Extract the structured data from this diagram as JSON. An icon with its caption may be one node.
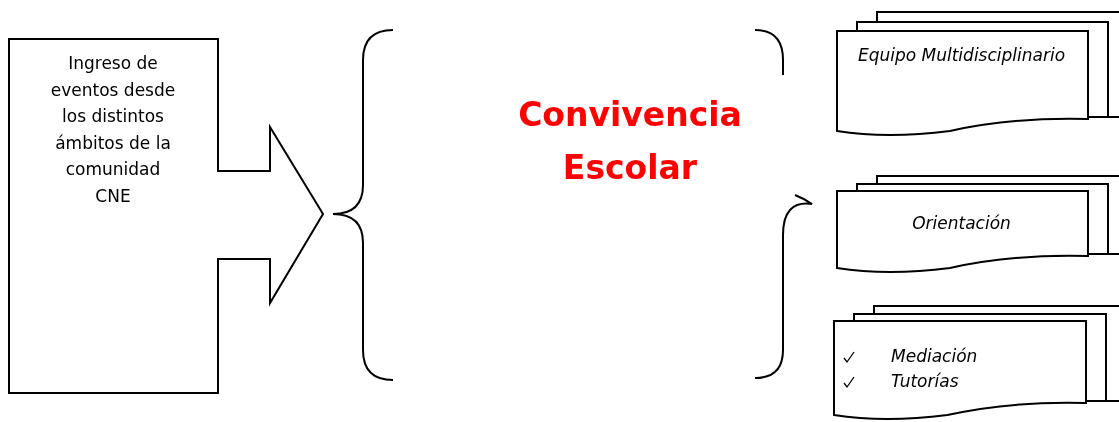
{
  "diagram": {
    "nodes": [
      {
        "text": [
          "Ingreso de eventos desde los distintos ámbitos de la comunidad CNE"
        ]
      },
      {
        "text": [
          "Equipo Multidisciplinario"
        ]
      },
      {
        "text": [
          "Orientación"
        ]
      },
      {
        "text": [
          "Mediación",
          "Tutorías"
        ]
      }
    ],
    "labels": [
      "Convivencia Escolar"
    ]
  }
}
